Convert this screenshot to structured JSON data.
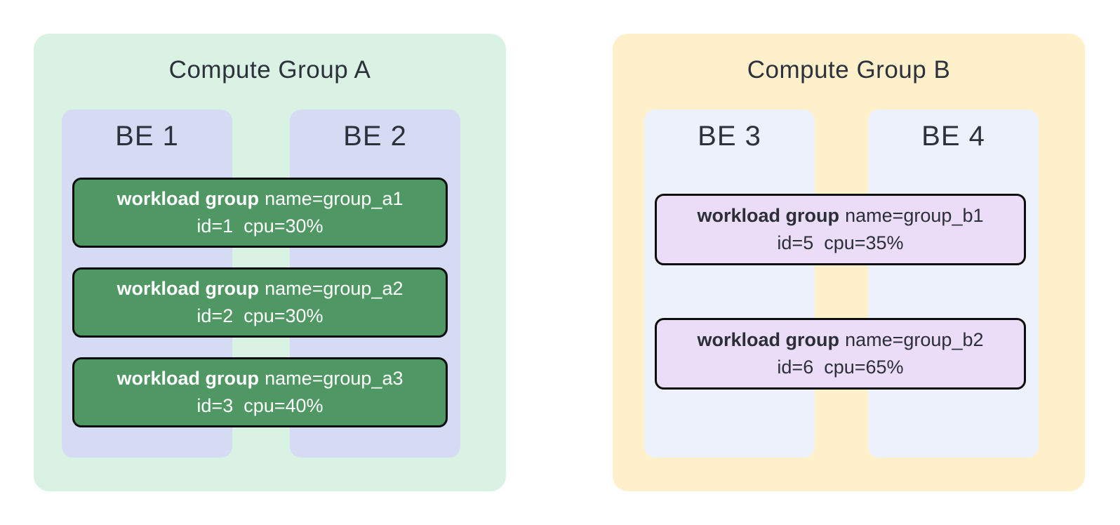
{
  "diagram": {
    "groups": [
      {
        "title": "Compute Group A",
        "container_color": "#daf2e3",
        "backend_color": "#d6dbf4",
        "card_color": "#4f9763",
        "card_border_color": "#0d0d0d",
        "card_text_color": "#ffffff",
        "backends": [
          {
            "label": "BE 1"
          },
          {
            "label": "BE 2"
          }
        ],
        "workload_groups": [
          {
            "keyword": "workload group",
            "name": "name=group_a1",
            "detail": "id=1  cpu=30%"
          },
          {
            "keyword": "workload group",
            "name": "name=group_a2",
            "detail": "id=2  cpu=30%"
          },
          {
            "keyword": "workload group",
            "name": "name=group_a3",
            "detail": "id=3  cpu=40%"
          }
        ]
      },
      {
        "title": "Compute Group B",
        "container_color": "#fdf0cb",
        "backend_color": "#edf1fc",
        "card_color": "#ebdcf8",
        "card_border_color": "#0d0d0d",
        "card_text_color": "#2b2f38",
        "backends": [
          {
            "label": "BE 3"
          },
          {
            "label": "BE 4"
          }
        ],
        "workload_groups": [
          {
            "keyword": "workload group",
            "name": "name=group_b1",
            "detail": "id=5  cpu=35%"
          },
          {
            "keyword": "workload group",
            "name": "name=group_b2",
            "detail": "id=6  cpu=65%"
          }
        ]
      }
    ]
  }
}
